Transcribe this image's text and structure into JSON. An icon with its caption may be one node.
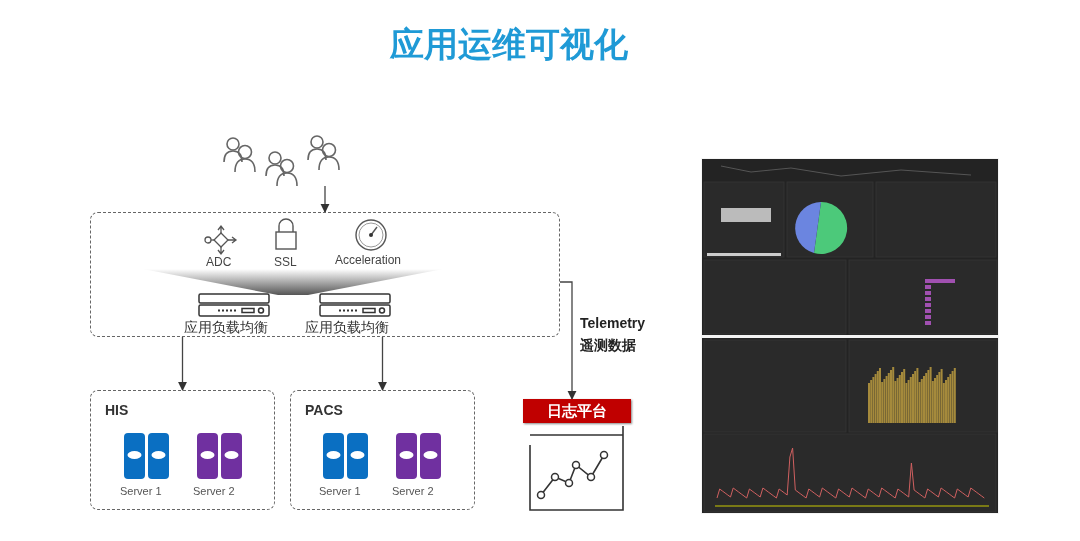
{
  "diagram": {
    "title": "应用运维可视化",
    "nodes": [
      {
        "text": [],
        "shape": "person"
      },
      {
        "text": [],
        "shape": "box"
      },
      {
        "text": [
          "ADC"
        ],
        "in": 1
      },
      {
        "text": [
          "SSL"
        ],
        "in": 1
      },
      {
        "text": [
          "Acceleration"
        ],
        "in": 1
      },
      {
        "text": [
          "应用负载均衡"
        ],
        "in": 1
      },
      {
        "text": [
          "应用负载均衡"
        ],
        "in": 1
      },
      {
        "text": [
          "HIS"
        ]
      },
      {
        "text": [
          "Server 1"
        ],
        "in": 7
      },
      {
        "text": [
          "Server 2"
        ],
        "in": 7
      },
      {
        "text": [
          "PACS"
        ]
      },
      {
        "text": [
          "Server 1"
        ],
        "in": 10
      },
      {
        "text": [
          "Server 2"
        ],
        "in": 10
      },
      {
        "text": [
          "日志平台"
        ]
      },
      {
        "text": [],
        "shape": "picture"
      }
    ],
    "edges": [
      {
        "from": 0,
        "to": 1,
        "arrow": "to"
      },
      {
        "from": 1,
        "to": 7,
        "arrow": "to"
      },
      {
        "from": 1,
        "to": 10,
        "arrow": "to"
      },
      {
        "from": 1,
        "to": 13,
        "arrow": "to",
        "label": "Telemetry 遥测数据"
      }
    ]
  }
}
